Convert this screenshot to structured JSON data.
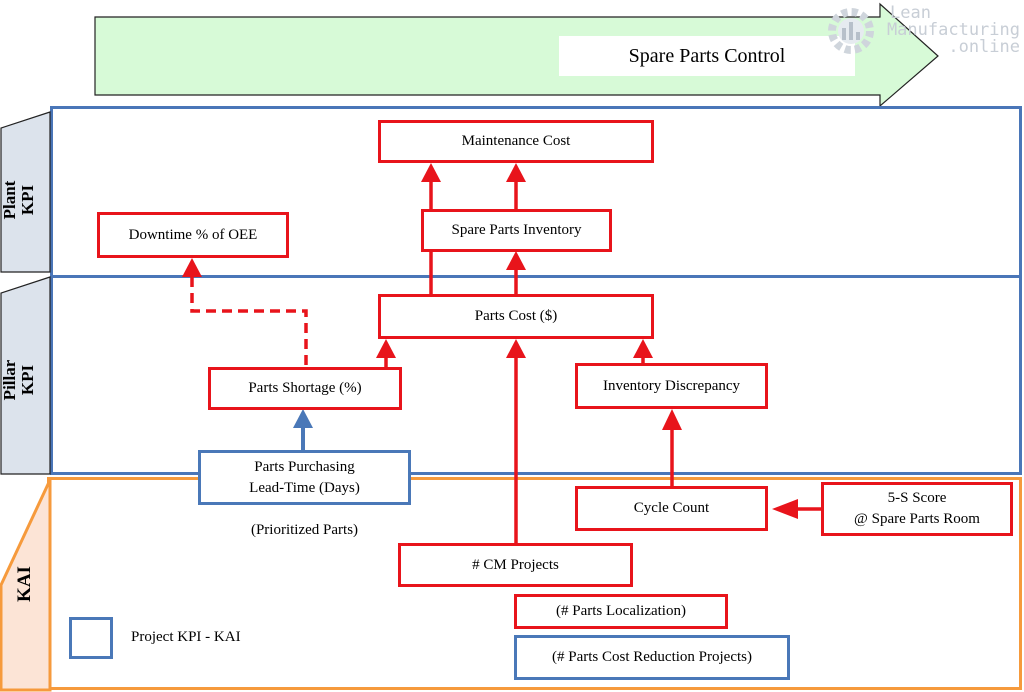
{
  "banner": {
    "title": "Spare Parts Control"
  },
  "logo": {
    "line1": "Lean",
    "line2": "Manufacturing",
    "line3": ".online"
  },
  "levels": {
    "plant": "Plant\nKPI",
    "pillar": "Pillar\nKPI",
    "kai": "KAI"
  },
  "boxes": {
    "maintenance_cost": "Maintenance Cost",
    "downtime_oee": "Downtime % of OEE",
    "spare_parts_inventory": "Spare Parts Inventory",
    "parts_cost": "Parts Cost ($)",
    "parts_shortage": "Parts Shortage (%)",
    "inventory_discrepancy": "Inventory Discrepancy",
    "parts_purchasing_lead_time": "Parts Purchasing\nLead-Time (Days)",
    "prioritized_parts": "(Prioritized Parts)",
    "cycle_count": "Cycle Count",
    "five_s_score": "5-S Score\n@ Spare Parts Room",
    "cm_projects": "# CM Projects",
    "parts_localization": "(# Parts Localization)",
    "parts_cost_reduction": "(# Parts Cost Reduction Projects)"
  },
  "legend": {
    "label": "Project KPI - KAI"
  },
  "colors": {
    "kpi_red": "#e8141b",
    "project_blue": "#4a78b8",
    "kai_orange": "#f69a3c",
    "banner_green": "#d9fbd9"
  }
}
